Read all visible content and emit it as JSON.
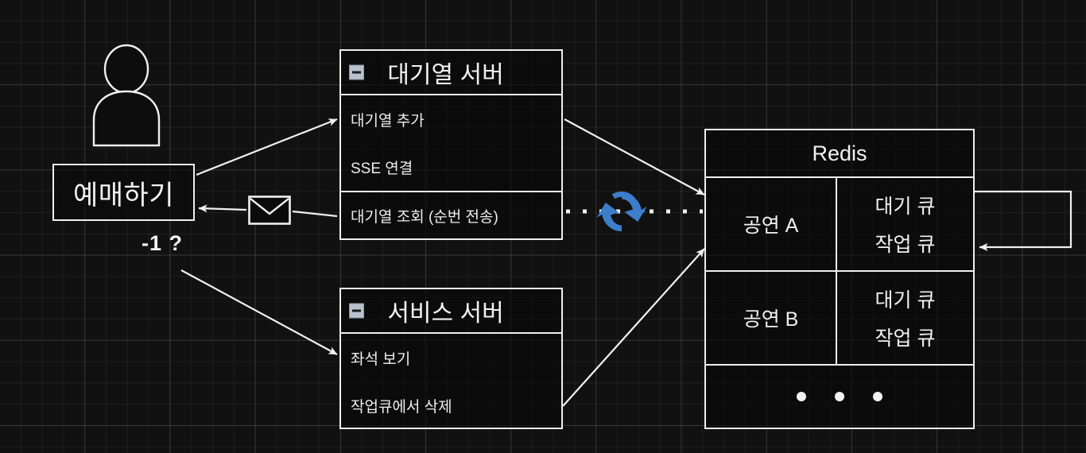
{
  "diagram": {
    "title": "Queue server / Service server / Redis architecture",
    "background_color": "#111111",
    "line_color": "#f0f0f0",
    "accent_color": "#3d7ecb"
  },
  "actor": {
    "icon": "person-icon",
    "label": "예매하기",
    "note": "-1 ?"
  },
  "envelope": {
    "icon": "envelope-icon"
  },
  "sync": {
    "icon": "sync-arrows-icon",
    "color": "#3d7ecb"
  },
  "queue_server": {
    "icon": "minimize-icon",
    "title": "대기열 서버",
    "rows": [
      "대기열 추가",
      "SSE 연결",
      "대기열 조회 (순번 전송)"
    ]
  },
  "service_server": {
    "icon": "minimize-icon",
    "title": "서비스 서버",
    "rows": [
      "좌석 보기",
      "작업큐에서 삭제"
    ]
  },
  "redis": {
    "title": "Redis",
    "rows": [
      {
        "name": "공연 A",
        "queues": [
          "대기 큐",
          "작업 큐"
        ]
      },
      {
        "name": "공연 B",
        "queues": [
          "대기 큐",
          "작업 큐"
        ]
      }
    ],
    "dots": [
      "dot",
      "dot",
      "dot"
    ]
  },
  "connections": [
    {
      "name": "actor-to-queue-server",
      "style": "solid-arrow"
    },
    {
      "name": "queue-server-to-actor",
      "style": "solid-arrow"
    },
    {
      "name": "queue-server-to-redis",
      "style": "solid-arrow"
    },
    {
      "name": "queue-server-redis-sync",
      "style": "dotted"
    },
    {
      "name": "actor-to-service-server",
      "style": "solid-arrow"
    },
    {
      "name": "service-server-to-redis",
      "style": "solid-arrow"
    },
    {
      "name": "redis-self-loop",
      "style": "solid-arrow"
    }
  ]
}
